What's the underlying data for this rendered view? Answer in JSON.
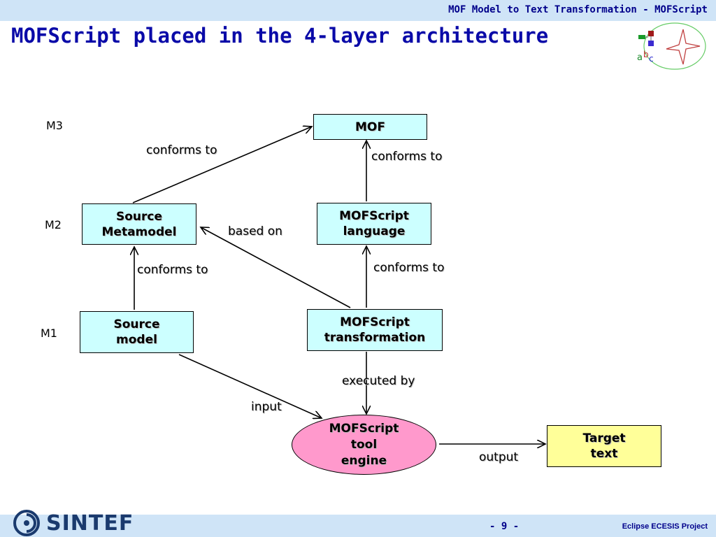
{
  "header": {
    "text": "MOF Model to Text Transformation - MOFScript"
  },
  "title": "MOFScript placed in the 4-layer architecture",
  "layers": {
    "m3": "M3",
    "m2": "M2",
    "m1": "M1"
  },
  "nodes": {
    "mof": "MOF",
    "source_metamodel": "Source\nMetamodel",
    "mofscript_language": "MOFScript\nlanguage",
    "source_model": "Source\nmodel",
    "mofscript_transformation": "MOFScript\ntransformation",
    "engine": "MOFScript\ntool\nengine",
    "target_text": "Target\ntext"
  },
  "edges": {
    "metamodel_conforms": "conforms to",
    "language_conforms": "conforms to",
    "based_on": "based on",
    "model_conforms": "conforms to",
    "transformation_conforms": "conforms to",
    "executed_by": "executed by",
    "input": "input",
    "output": "output"
  },
  "footer": {
    "logo_text": "SINTEF",
    "page_number": "- 9 -",
    "project": "Eclipse ECESIS Project"
  },
  "colors": {
    "box_fill": "#ccffff",
    "engine_fill": "#ff99cc",
    "target_fill": "#ffff99",
    "bar_fill": "#cfe4f7",
    "title_color": "#0a0aa8"
  }
}
